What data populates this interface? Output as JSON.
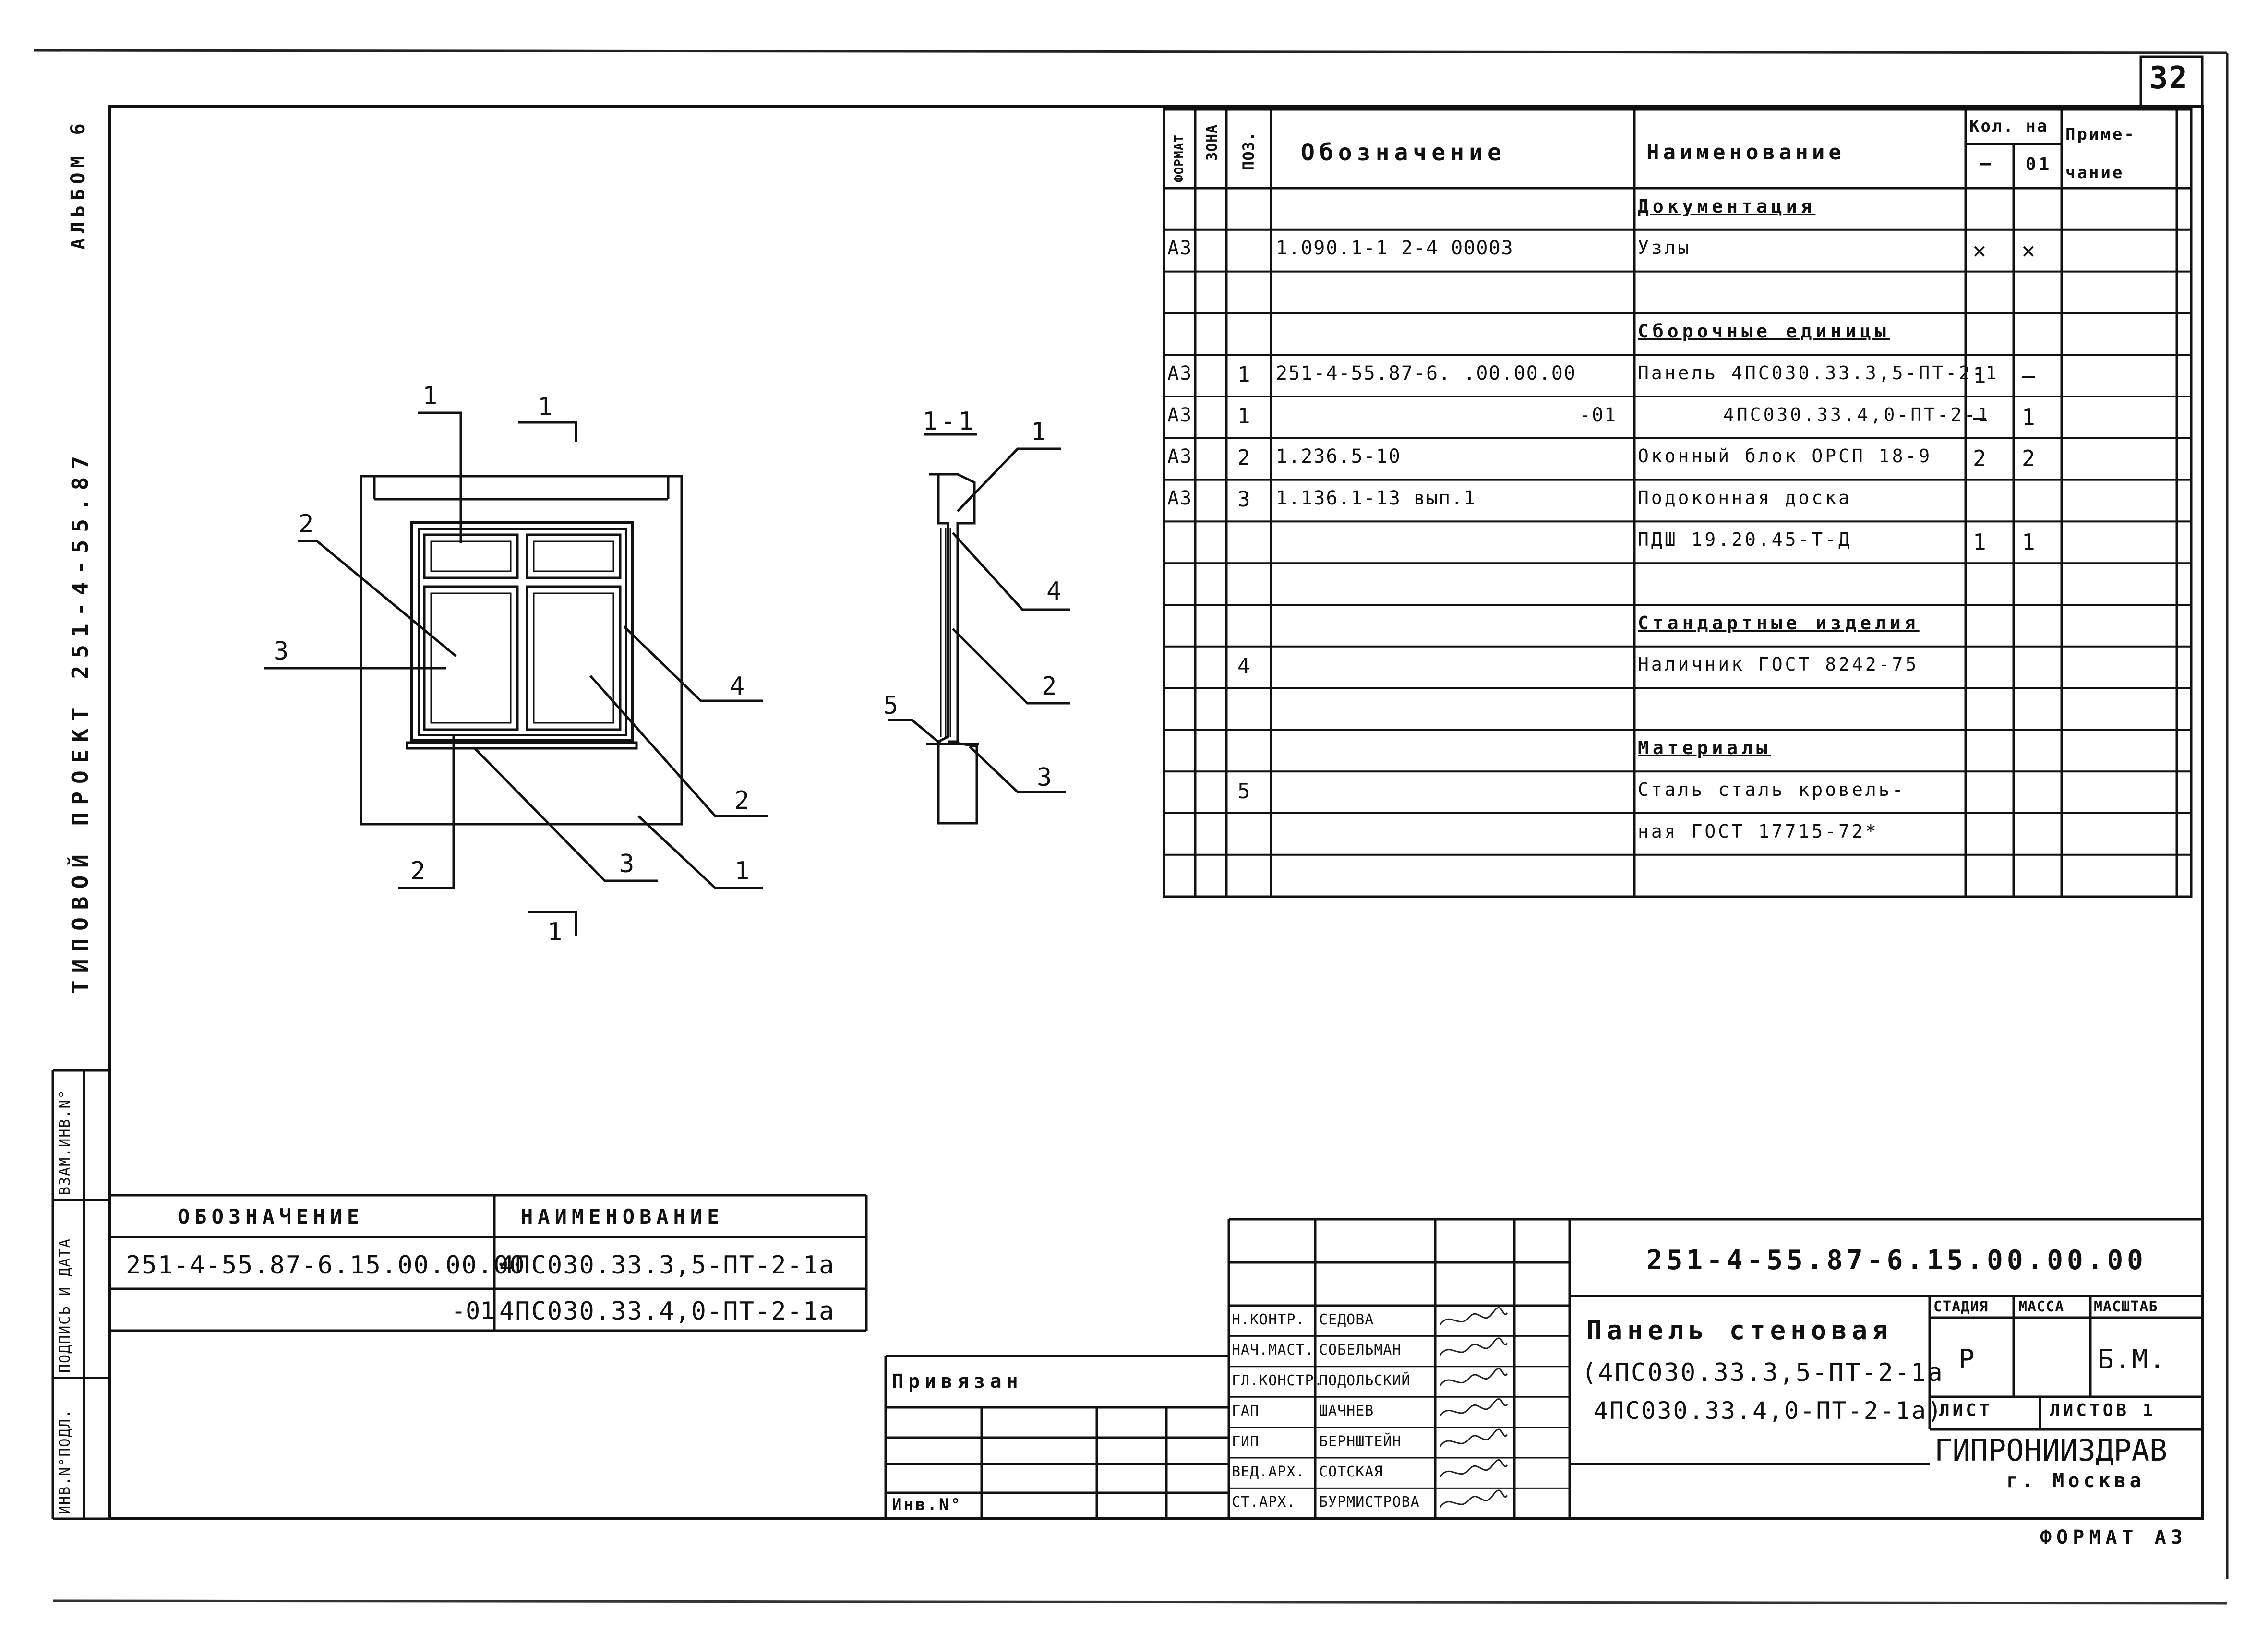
{
  "sheet": {
    "number": "32",
    "album": "АЛЬБОМ 6",
    "project": "ТИПОВОЙ ПРОЕКТ 251-4-55.87",
    "format_label": "ФОРМАТ А3"
  },
  "side_stamp": [
    "ИНВ.N°ПОДЛ.",
    "ПОДПИСЬ И ДАТА",
    "ВЗАМ.ИНВ.N°"
  ],
  "drawing": {
    "section_label": "1-1",
    "cut_marks": [
      "1",
      "1"
    ],
    "elevation_callouts": [
      "1",
      "2",
      "3",
      "4",
      "2",
      "1",
      "2",
      "3"
    ],
    "section_callouts": [
      "1",
      "4",
      "2",
      "5",
      "3"
    ]
  },
  "spec": {
    "headers": {
      "format": "ФОРМАТ",
      "zone": "ЗОНА",
      "pos": "ПОЗ.",
      "designation": "Обозначение",
      "name": "Наименование",
      "qty": "Кол. на",
      "qty_a": "—",
      "qty_b": "01",
      "note": "Приме- чание"
    },
    "rows": [
      {
        "format": "",
        "pos": "",
        "designation": "",
        "name": "Документация",
        "qa": "",
        "qb": "",
        "heading": true
      },
      {
        "format": "А3",
        "pos": "",
        "designation": "1.090.1-1 2-4    00003",
        "name": "Узлы",
        "qa": "✕",
        "qb": "✕"
      },
      {
        "format": "",
        "pos": "",
        "designation": "",
        "name": "",
        "qa": "",
        "qb": ""
      },
      {
        "format": "",
        "pos": "",
        "designation": "",
        "name": "Сборочные единицы",
        "qa": "",
        "qb": "",
        "heading": true
      },
      {
        "format": "А3",
        "pos": "1",
        "designation": "251-4-55.87-6. .00.00.00",
        "name": "Панель 4ПС030.33.3,5-ПТ-2-1",
        "qa": "1",
        "qb": "—"
      },
      {
        "format": "А3",
        "pos": "1",
        "designation": "-01",
        "name": "4ПС030.33.4,0-ПТ-2-1",
        "qa": "—",
        "qb": "1"
      },
      {
        "format": "А3",
        "pos": "2",
        "designation": "1.236.5-10",
        "name": "Оконный блок ОРСП 18-9",
        "qa": "2",
        "qb": "2"
      },
      {
        "format": "А3",
        "pos": "3",
        "designation": "1.136.1-13 вып.1",
        "name": "Подоконная доска",
        "qa": "",
        "qb": ""
      },
      {
        "format": "",
        "pos": "",
        "designation": "",
        "name": "ПДШ 19.20.45-Т-Д",
        "qa": "1",
        "qb": "1"
      },
      {
        "format": "",
        "pos": "",
        "designation": "",
        "name": "",
        "qa": "",
        "qb": ""
      },
      {
        "format": "",
        "pos": "",
        "designation": "",
        "name": "Стандартные изделия",
        "qa": "",
        "qb": "",
        "heading": true
      },
      {
        "format": "",
        "pos": "4",
        "designation": "",
        "name": "Наличник ГОСТ 8242-75",
        "qa": "",
        "qb": ""
      },
      {
        "format": "",
        "pos": "",
        "designation": "",
        "name": "",
        "qa": "",
        "qb": ""
      },
      {
        "format": "",
        "pos": "",
        "designation": "",
        "name": "Материалы",
        "qa": "",
        "qb": "",
        "heading": true
      },
      {
        "format": "",
        "pos": "5",
        "designation": "",
        "name": "Сталь сталь кровель-",
        "qa": "",
        "qb": ""
      },
      {
        "format": "",
        "pos": "",
        "designation": "",
        "name": "ная ГОСТ 17715-72*",
        "qa": "",
        "qb": ""
      },
      {
        "format": "",
        "pos": "",
        "designation": "",
        "name": "",
        "qa": "",
        "qb": ""
      }
    ]
  },
  "variants": {
    "headers": {
      "designation": "ОБОЗНАЧЕНИЕ",
      "name": "НАИМЕНОВАНИЕ"
    },
    "rows": [
      {
        "designation": "251-4-55.87-6.15.00.00.00",
        "name": "4ПС030.33.3,5-ПТ-2-1а"
      },
      {
        "designation": "-01",
        "name": "4ПС030.33.4,0-ПТ-2-1а"
      }
    ]
  },
  "binding": {
    "label": "Привязан",
    "inv_label": "Инв.N°"
  },
  "title_block": {
    "code": "251-4-55.87-6.15.00.00.00",
    "title_line1": "Панель стеновая",
    "title_line2": "(4ПС030.33.3,5-ПТ-2-1а",
    "title_line3": "4ПС030.33.4,0-ПТ-2-1а)",
    "stage_label": "СТАДИЯ",
    "mass_label": "МАССА",
    "scale_label": "МАСШТАБ",
    "stage": "Р",
    "scale": "Б.М.",
    "sheet_label": "ЛИСТ",
    "sheets_label": "ЛИСТОВ 1",
    "org": "ГИПРОНИИЗДРАВ",
    "city": "г. Москва",
    "people": [
      {
        "role": "Н.КОНТР.",
        "name": "СЕДОВА"
      },
      {
        "role": "НАЧ.МАСТ.",
        "name": "СОБЕЛЬМАН"
      },
      {
        "role": "ГЛ.КОНСТР.",
        "name": "ПОДОЛЬСКИЙ"
      },
      {
        "role": "ГАП",
        "name": "ШАЧНЕВ"
      },
      {
        "role": "ГИП",
        "name": "БЕРНШТЕЙН"
      },
      {
        "role": "ВЕД.АРХ.",
        "name": "СОТСКАЯ"
      },
      {
        "role": "СТ.АРХ.",
        "name": "БУРМИСТРОВА"
      }
    ]
  }
}
